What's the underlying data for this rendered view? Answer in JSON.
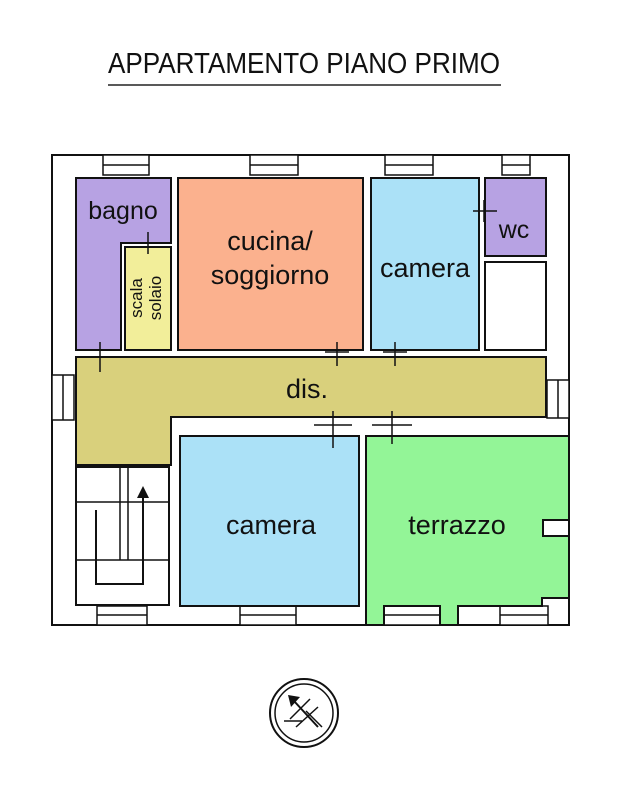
{
  "title": "APPARTAMENTO PIANO PRIMO",
  "rooms": {
    "bagno": {
      "label": "bagno",
      "color": "#b7a2e3"
    },
    "scala_solaio": {
      "line1": "scala",
      "line2": "solaio",
      "color": "#f2ee9a"
    },
    "cucina": {
      "line1": "cucina/",
      "line2": "soggiorno",
      "color": "#fbb18e"
    },
    "camera_top": {
      "label": "camera",
      "color": "#abe1f7"
    },
    "wc": {
      "label": "wc",
      "color": "#b7a2e3"
    },
    "dis": {
      "label": "dis.",
      "color": "#d9d07c"
    },
    "camera_bottom": {
      "label": "camera",
      "color": "#abe1f7"
    },
    "terrazzo": {
      "label": "terrazzo",
      "color": "#93f597"
    }
  },
  "compass": {
    "icon": "north-arrow-icon"
  }
}
